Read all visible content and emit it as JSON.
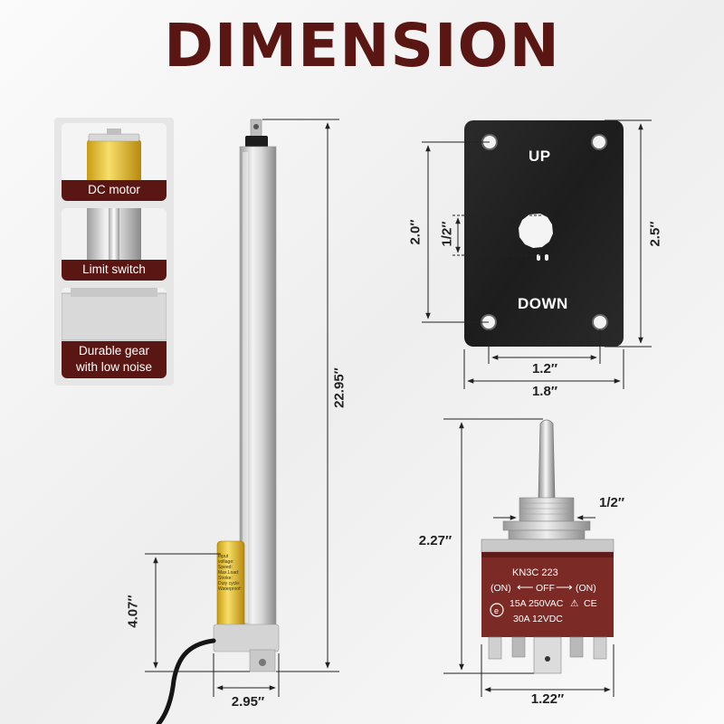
{
  "title": "DIMENSION",
  "features": [
    {
      "label": "DC motor",
      "icon": "dc-motor-icon"
    },
    {
      "label": "Limit switch",
      "icon": "limit-switch-icon"
    },
    {
      "label_lines": [
        "Durable gear",
        "with low noise"
      ],
      "icon": "gear-housing-icon"
    }
  ],
  "actuator": {
    "length": "22.95″",
    "motor_height": "4.07″",
    "base_width": "2.95″",
    "label_lines": [
      "Input voltage:",
      "Speed:",
      "Max.Load:",
      "Stroke:",
      "Duty cycle:",
      "Waterproof:"
    ]
  },
  "plate": {
    "up_label": "UP",
    "down_label": "DOWN",
    "height": "2.0″",
    "hole": "1/2″",
    "total_height": "2.5″",
    "hole_spacing": "1.2″",
    "width": "1.8″"
  },
  "toggle_switch": {
    "height": "2.27″",
    "thread": "1/2″",
    "width": "1.22″",
    "model": "KN3C  223",
    "position_left": "(ON)",
    "position_mid": "OFF",
    "position_right": "(ON)",
    "rating_1": "15A 250VAC",
    "rating_2": "30A 12VDC"
  },
  "colors": {
    "brand": "#5a1612",
    "plate": "#222222",
    "switch_body": "#7b2a26"
  }
}
